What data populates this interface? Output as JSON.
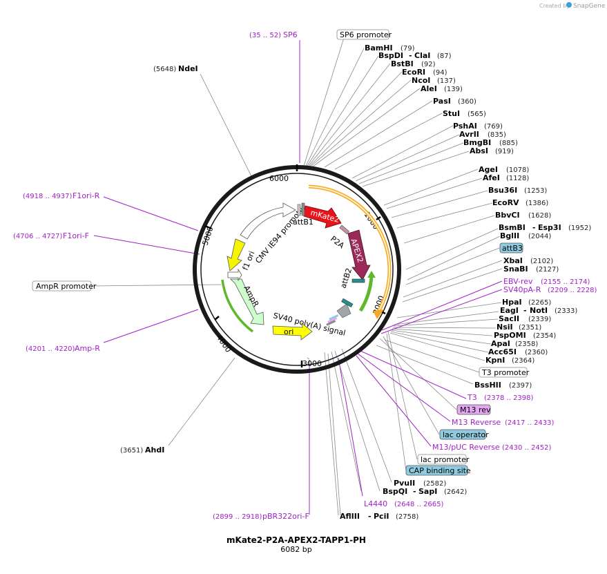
{
  "watermark": {
    "prefix": "Created by",
    "brand": "SnapGene"
  },
  "plasmid": {
    "name": "mKate2-P2A-APEX2-TAPP1-PH",
    "length": "6082 bp"
  },
  "ticks": [
    "1000",
    "2000",
    "3000",
    "4000",
    "5000",
    "6000"
  ],
  "features": {
    "mKate2": "mKate2",
    "APEX2": "APEX2",
    "P2A": "P2A",
    "attB1": "attB1",
    "attB2": "attB2",
    "cmv": "CMV IE94 promoter",
    "f1ori": "f1 ori",
    "AmpR": "AmpR",
    "ori": "ori",
    "sv40": "SV40 poly(A) signal"
  },
  "enzymes": [
    {
      "name": "BamHI",
      "pos": "(79)"
    },
    {
      "name": "BspDI",
      "sep": "-",
      "name2": "ClaI",
      "pos": "(87)"
    },
    {
      "name": "BstBI",
      "pos": "(92)"
    },
    {
      "name": "EcoRI",
      "pos": "(94)"
    },
    {
      "name": "NcoI",
      "pos": "(137)"
    },
    {
      "name": "AleI",
      "pos": "(139)"
    },
    {
      "name": "PasI",
      "pos": "(360)"
    },
    {
      "name": "StuI",
      "pos": "(565)"
    },
    {
      "name": "PshAI",
      "pos": "(769)"
    },
    {
      "name": "AvrII",
      "pos": "(835)"
    },
    {
      "name": "BmgBI",
      "pos": "(885)"
    },
    {
      "name": "AbsI",
      "pos": "(919)"
    },
    {
      "name": "AgeI",
      "pos": "(1078)"
    },
    {
      "name": "AfeI",
      "pos": "(1128)"
    },
    {
      "name": "Bsu36I",
      "pos": "(1253)"
    },
    {
      "name": "EcoRV",
      "pos": "(1386)"
    },
    {
      "name": "BbvCI",
      "pos": "(1628)"
    },
    {
      "name": "BsmBI",
      "sep": "-",
      "name2": "Esp3I",
      "pos": "(1952)"
    },
    {
      "name": "BglII",
      "pos": "(2044)"
    },
    {
      "name": "XbaI",
      "pos": "(2102)"
    },
    {
      "name": "SnaBI",
      "pos": "(2127)"
    },
    {
      "name": "HpaI",
      "pos": "(2265)"
    },
    {
      "name": "EagI",
      "sep": "-",
      "name2": "NotI",
      "pos": "(2333)"
    },
    {
      "name": "SacII",
      "pos": "(2339)"
    },
    {
      "name": "NsiI",
      "pos": "(2351)"
    },
    {
      "name": "PspOMI",
      "pos": "(2354)"
    },
    {
      "name": "ApaI",
      "pos": "(2358)"
    },
    {
      "name": "Acc65I",
      "pos": "(2360)"
    },
    {
      "name": "KpnI",
      "pos": "(2364)"
    },
    {
      "name": "BssHII",
      "pos": "(2397)"
    },
    {
      "name": "PvuII",
      "pos": "(2582)"
    },
    {
      "name": "BspQI",
      "sep": "-",
      "name2": "SapI",
      "pos": "(2642)"
    },
    {
      "name": "AflIII",
      "sep": "-",
      "name2": "PciI",
      "pos": "(2758)"
    },
    {
      "name": "AhdI",
      "pos": "(3651)"
    },
    {
      "name": "NdeI",
      "pos": "(5648)"
    }
  ],
  "primers": [
    {
      "name": "SP6",
      "pos": "(35 .. 52)"
    },
    {
      "name": "EBV-rev",
      "pos": "(2155 .. 2174)"
    },
    {
      "name": "SV40pA-R",
      "pos": "(2209 .. 2228)"
    },
    {
      "name": "T3",
      "pos": "(2378 .. 2398)"
    },
    {
      "name": "M13 Reverse",
      "pos": "(2417 .. 2433)"
    },
    {
      "name": "M13/pUC Reverse",
      "pos": "(2430 .. 2452)"
    },
    {
      "name": "L4440",
      "pos": "(2648 .. 2665)"
    },
    {
      "name": "pBR322ori-F",
      "pos": "(2899 .. 2918)"
    },
    {
      "name": "Amp-R",
      "pos": "(4201 .. 4220)"
    },
    {
      "name": "F1ori-F",
      "pos": "(4706 .. 4727)"
    },
    {
      "name": "F1ori-R",
      "pos": "(4918 .. 4937)"
    }
  ],
  "boxes": {
    "sp6_promoter": "SP6 promoter",
    "attB3": "attB3",
    "t3_promoter": "T3 promoter",
    "m13_rev": "M13 rev",
    "lac_operator": "lac operator",
    "lac_promoter": "lac promoter",
    "cap_site": "CAP binding site",
    "ampr_promoter": "AmpR promoter"
  },
  "colors": {
    "backbone": "#1a1a1a",
    "mKate2": "#e8141b",
    "APEX2": "#9b2a58",
    "ori": "#ffff00",
    "f1ori": "#f5f500",
    "AmpR": "#ccffcc",
    "orange_arc": "#f5a623",
    "green_arc": "#5db82a",
    "primer": "#a020c8",
    "teal_box": "#8ecae0",
    "pink_box": "#e3a8f0"
  }
}
